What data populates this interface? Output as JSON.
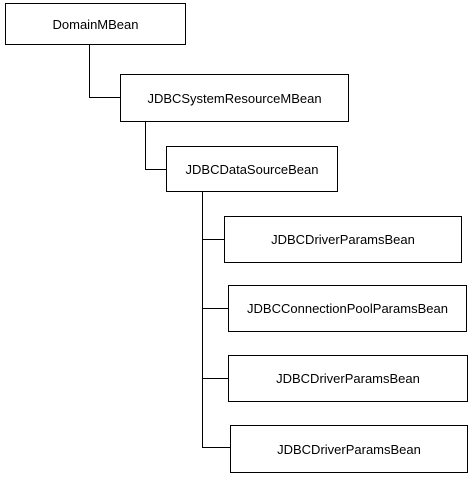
{
  "diagram": {
    "nodes": {
      "domain": "DomainMBean",
      "system_resource": "JDBCSystemResourceMBean",
      "data_source": "JDBCDataSourceBean",
      "child_1": "JDBCDriverParamsBean",
      "child_2": "JDBCConnectionPoolParamsBean",
      "child_3": "JDBCDriverParamsBean",
      "child_4": "JDBCDriverParamsBean"
    },
    "edges": [
      [
        "domain",
        "system_resource"
      ],
      [
        "system_resource",
        "data_source"
      ],
      [
        "data_source",
        "child_1"
      ],
      [
        "data_source",
        "child_2"
      ],
      [
        "data_source",
        "child_3"
      ],
      [
        "data_source",
        "child_4"
      ]
    ]
  }
}
